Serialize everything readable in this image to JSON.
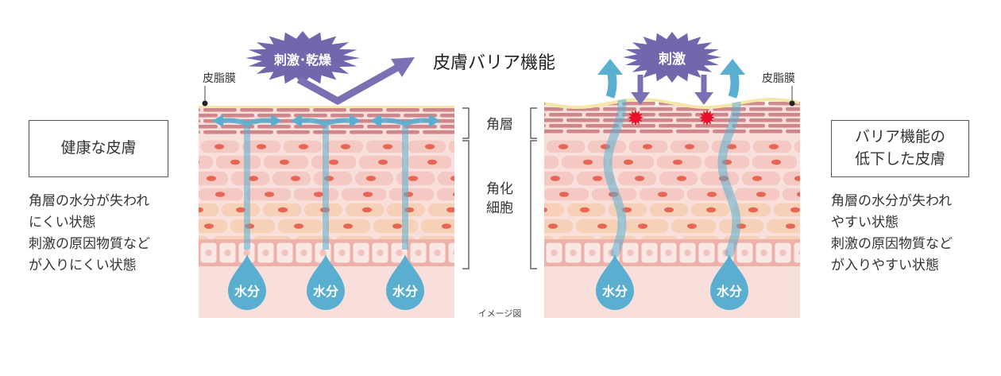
{
  "left_panel": {
    "box_label": "健康な皮膚",
    "description": [
      "角層の水分が失われ",
      "にくい状態",
      "刺激の原因物質など",
      "が入りにくい状態"
    ]
  },
  "right_panel": {
    "box_label_lines": [
      "バリア機能の",
      "低下した皮膚"
    ],
    "description": [
      "角層の水分が失われ",
      "やすい状態",
      "刺激の原因物質など",
      "が入りやすい状態"
    ]
  },
  "diagram": {
    "sebum_label": "皮脂膜",
    "irritant_dry_burst": "刺激･乾燥",
    "irritant_burst": "刺激",
    "barrier_label": "皮膚バリア機能",
    "stratum_corneum": "角層",
    "keratinocyte_lines": [
      "角化",
      "細胞"
    ],
    "water_label": "水分",
    "caption": "イメージ図"
  },
  "colors": {
    "sebum": "#f5e7a6",
    "corneum_cell": "#c8777c",
    "layer_pink": "#f4c9c4",
    "layer_peach": "#f6d1b8",
    "nucleus": "#e65a48",
    "basal": "#efb2ab",
    "dermis": "#f8dfdc",
    "water": "#5aaed0",
    "burst": "#7466ad",
    "irritant_dot": "#e8102a"
  }
}
